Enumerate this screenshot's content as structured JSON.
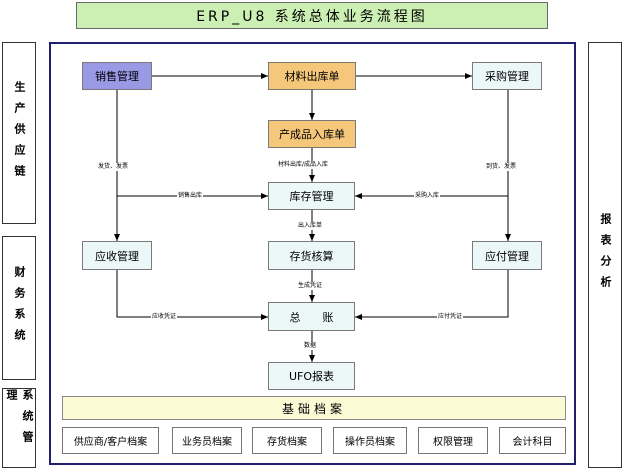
{
  "title": "ERP_U8 系统总体业务流程图",
  "left_sections": [
    "生产供应链",
    "财务系统",
    "系统管理"
  ],
  "right_section": "报表分析",
  "nodes": {
    "sales": "销售管理",
    "material_out": "材料出库单",
    "purchase": "采购管理",
    "product_in": "产成品入库单",
    "inventory": "库存管理",
    "receivable": "应收管理",
    "stock_accounting": "存货核算",
    "payable": "应付管理",
    "ledger": "总　　账",
    "ufo": "UFO报表"
  },
  "base_title": "基础档案",
  "archives": [
    "供应商/客户档案",
    "业务员档案",
    "存货档案",
    "操作员档案",
    "权限管理",
    "会计科目"
  ],
  "edge_labels": {
    "sales_to_receivable": "发货、发票",
    "sales_out": "销售出库",
    "material_product_in": "材料出库/成品入库",
    "purchase_to_payable": "到货、发票",
    "purchase_in": "采购入库",
    "inout_doc": "出入库单",
    "gen_voucher": "生成凭证",
    "receivable_voucher": "应收凭证",
    "payable_voucher": "应付凭证",
    "data": "数据"
  },
  "colors": {
    "title_bg": "#ccf0b4",
    "sales_bg": "#9999e6",
    "orange_bg": "#f5c77a",
    "node_bg": "#ecf7f7",
    "base_bg": "#fdfbd6",
    "frame_border": "#1f1f6e"
  }
}
